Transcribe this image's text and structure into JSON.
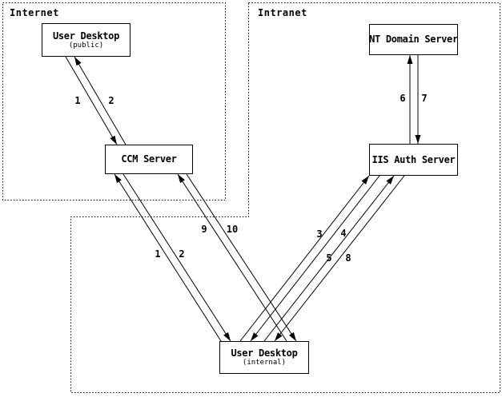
{
  "zones": {
    "internet": "Internet",
    "intranet": "Intranet"
  },
  "nodes": {
    "user_desktop_public": {
      "title": "User Desktop",
      "subtitle": "(public)"
    },
    "ccm_server": {
      "title": "CCM Server"
    },
    "nt_domain_server": {
      "title": "NT Domain Server"
    },
    "iis_auth_server": {
      "title": "IIS Auth Server"
    },
    "user_desktop_internal": {
      "title": "User Desktop",
      "subtitle": "(internal)"
    }
  },
  "arrow_labels": {
    "pub_1": "1",
    "pub_2": "2",
    "ccm_int_1": "1",
    "ccm_int_2": "2",
    "ccm_int_9": "9",
    "ccm_int_10": "10",
    "iis_3": "3",
    "iis_4": "4",
    "iis_5": "5",
    "iis_8": "8",
    "nt_6": "6",
    "nt_7": "7"
  },
  "colors": {
    "line": "#000000",
    "background": "#ffffff"
  }
}
